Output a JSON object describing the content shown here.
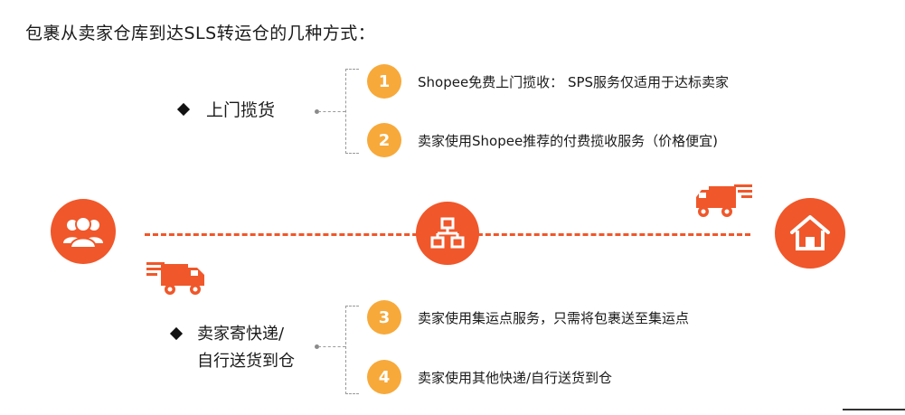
{
  "title": "包裹从卖家仓库到达SLS转运仓的几种方式：",
  "groups": [
    {
      "label": "上门揽货",
      "items": [
        {
          "num": "1",
          "text": "Shopee免费上门揽收： SPS服务仅适用于达标卖家"
        },
        {
          "num": "2",
          "text": "卖家使用Shopee推荐的付费揽收服务（价格便宜)"
        }
      ]
    },
    {
      "label_line1": "卖家寄快递/",
      "label_line2": "自行送货到仓",
      "items": [
        {
          "num": "3",
          "text": "卖家使用集运点服务，只需将包裹送至集运点"
        },
        {
          "num": "4",
          "text": "卖家使用其他快递/自行送货到仓"
        }
      ]
    }
  ],
  "icons": {
    "seller": "people-icon",
    "hub": "network-icon",
    "warehouse": "house-icon",
    "truck": "truck-icon"
  },
  "colors": {
    "route": "#f0572a",
    "number_badge": "#f7a93a"
  }
}
